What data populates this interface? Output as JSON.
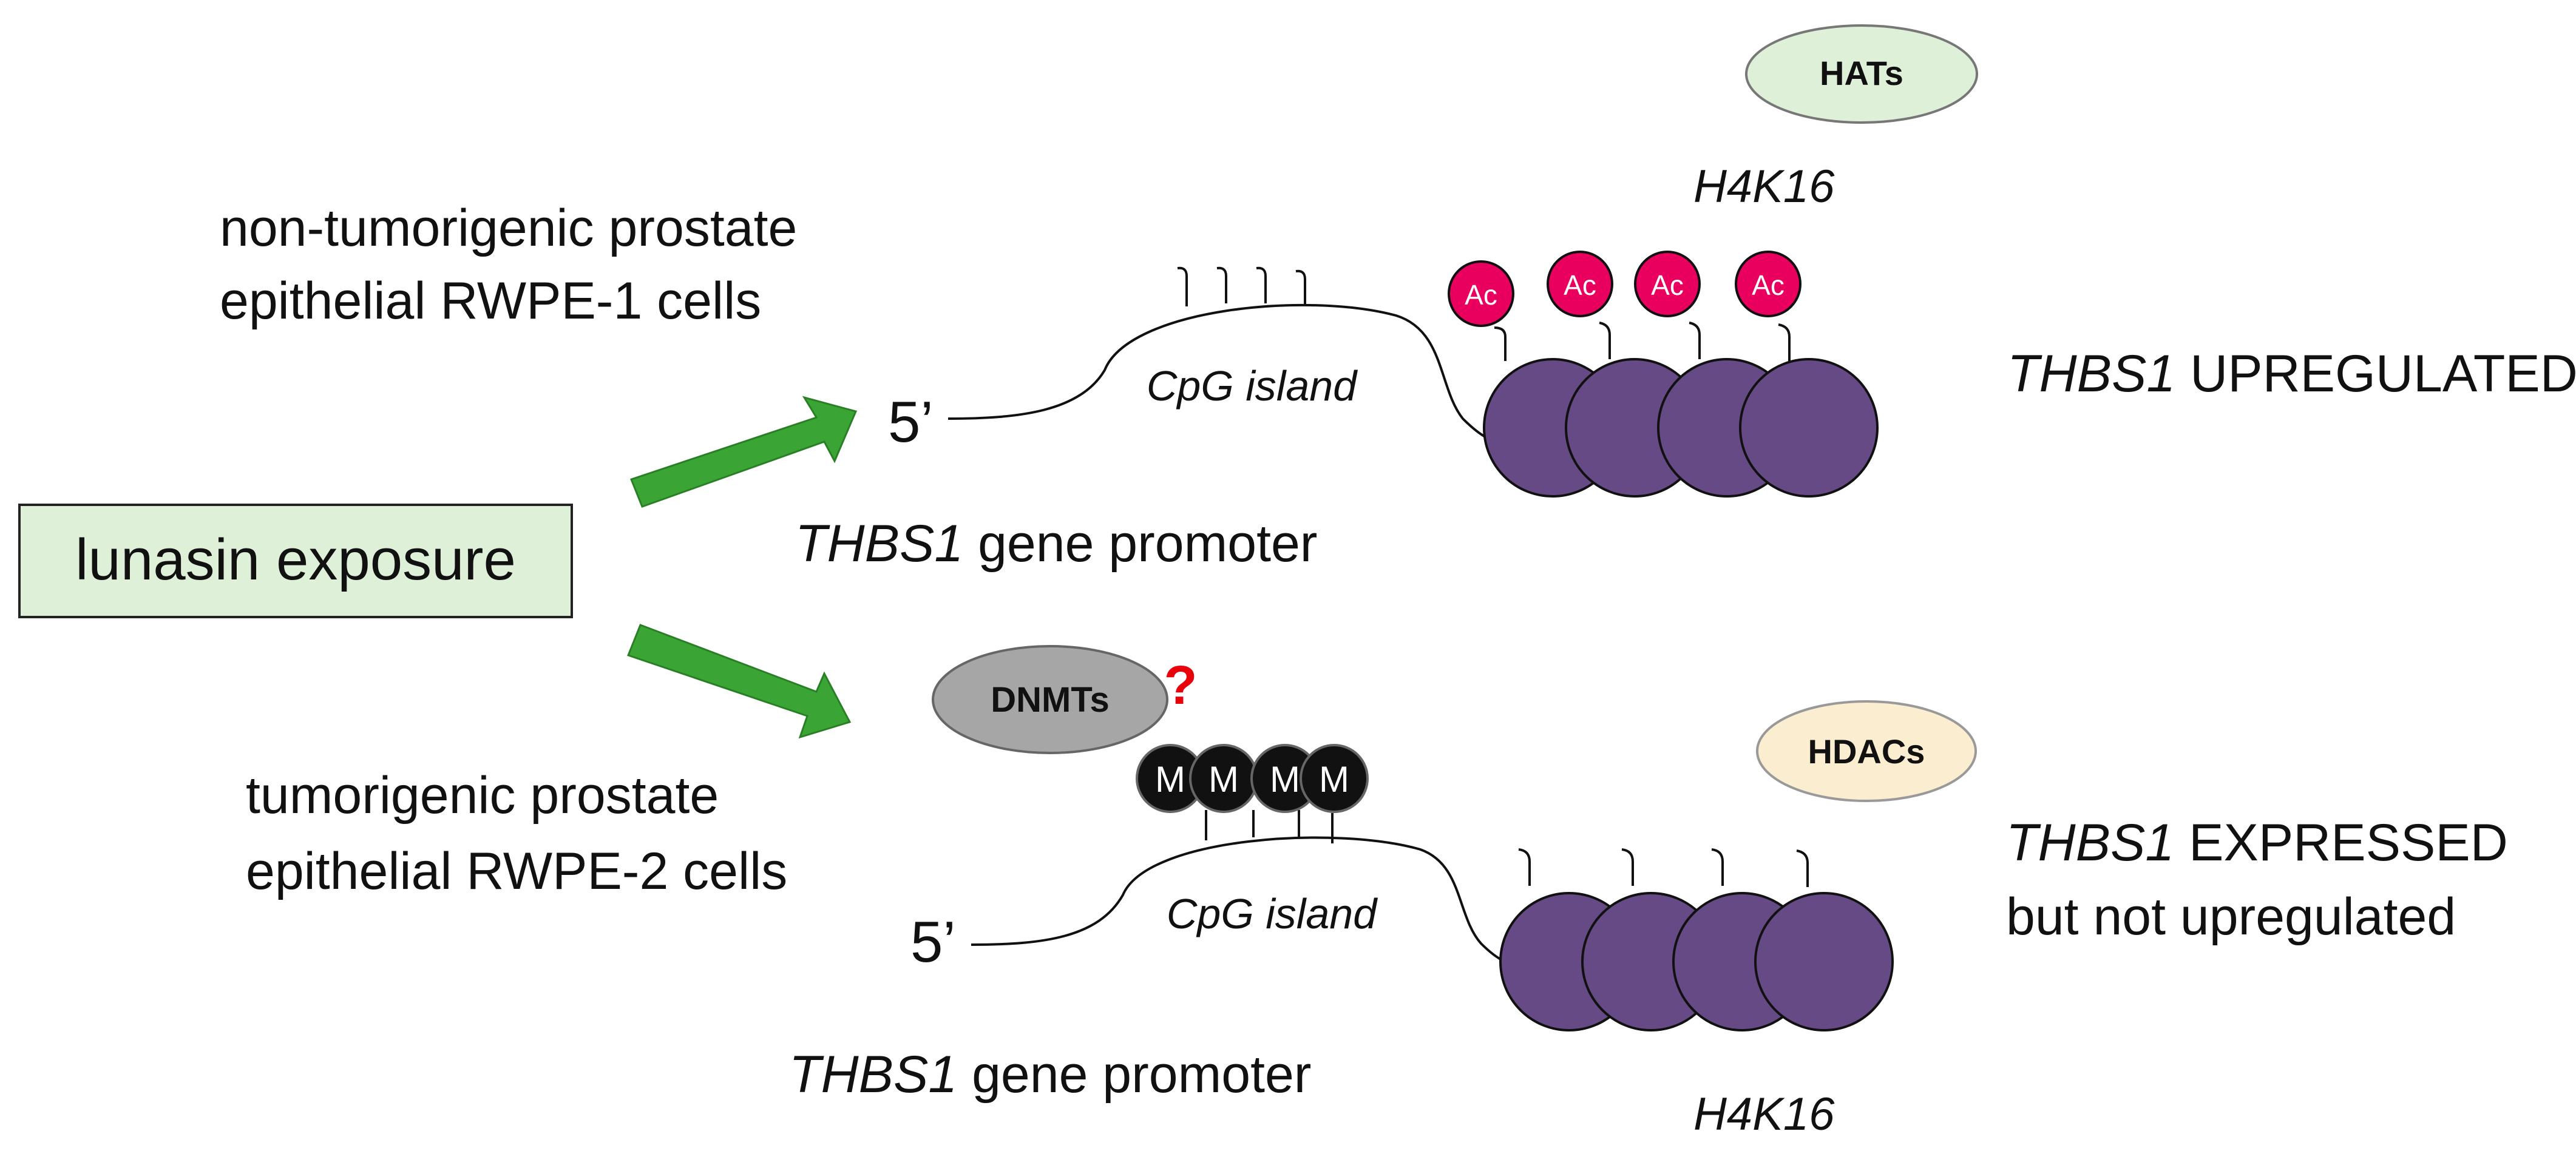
{
  "lunasin_label": "lunasin exposure",
  "top": {
    "cell_line1": "non-tumorigenic prostate",
    "cell_line2": "epithelial RWPE-1 cells",
    "prime_label": "5’",
    "cpg_label": "CpG island",
    "promoter_gene": "THBS1",
    "promoter_suffix": " gene promoter",
    "enzyme": "HATs",
    "histone_mark": "H4K16",
    "mod_label": "Ac",
    "mods": [
      "Ac",
      "Ac",
      "Ac",
      "Ac"
    ],
    "outcome_gene": "THBS1",
    "outcome_suffix": " UPREGULATED"
  },
  "bottom": {
    "cell_line1": "tumorigenic prostate",
    "cell_line2": "epithelial RWPE-2 cells",
    "prime_label": "5’",
    "cpg_label": "CpG island",
    "promoter_gene": "THBS1",
    "promoter_suffix": " gene promoter",
    "enzyme": "DNMTs",
    "question_mark": "?",
    "enzyme2": "HDACs",
    "histone_mark": "H4K16",
    "methyl_marks": [
      "M",
      "M",
      "M",
      "M"
    ],
    "outcome_line1_gene": "THBS1",
    "outcome_line1_suffix": " EXPRESSED",
    "outcome_line2": "but not upregulated"
  },
  "colors": {
    "arrow_green": "#3aa535",
    "lunasin_box_fill": "#dff0d8",
    "hats_fill": "#dff0d8",
    "hdacs_fill": "#fbeed0",
    "dnmts_fill": "#a6a6a6",
    "nucleosome_purple": "#664a86",
    "acetyl_pink": "#e9005f",
    "methyl_black": "#111111",
    "question_red": "#e8000b"
  }
}
